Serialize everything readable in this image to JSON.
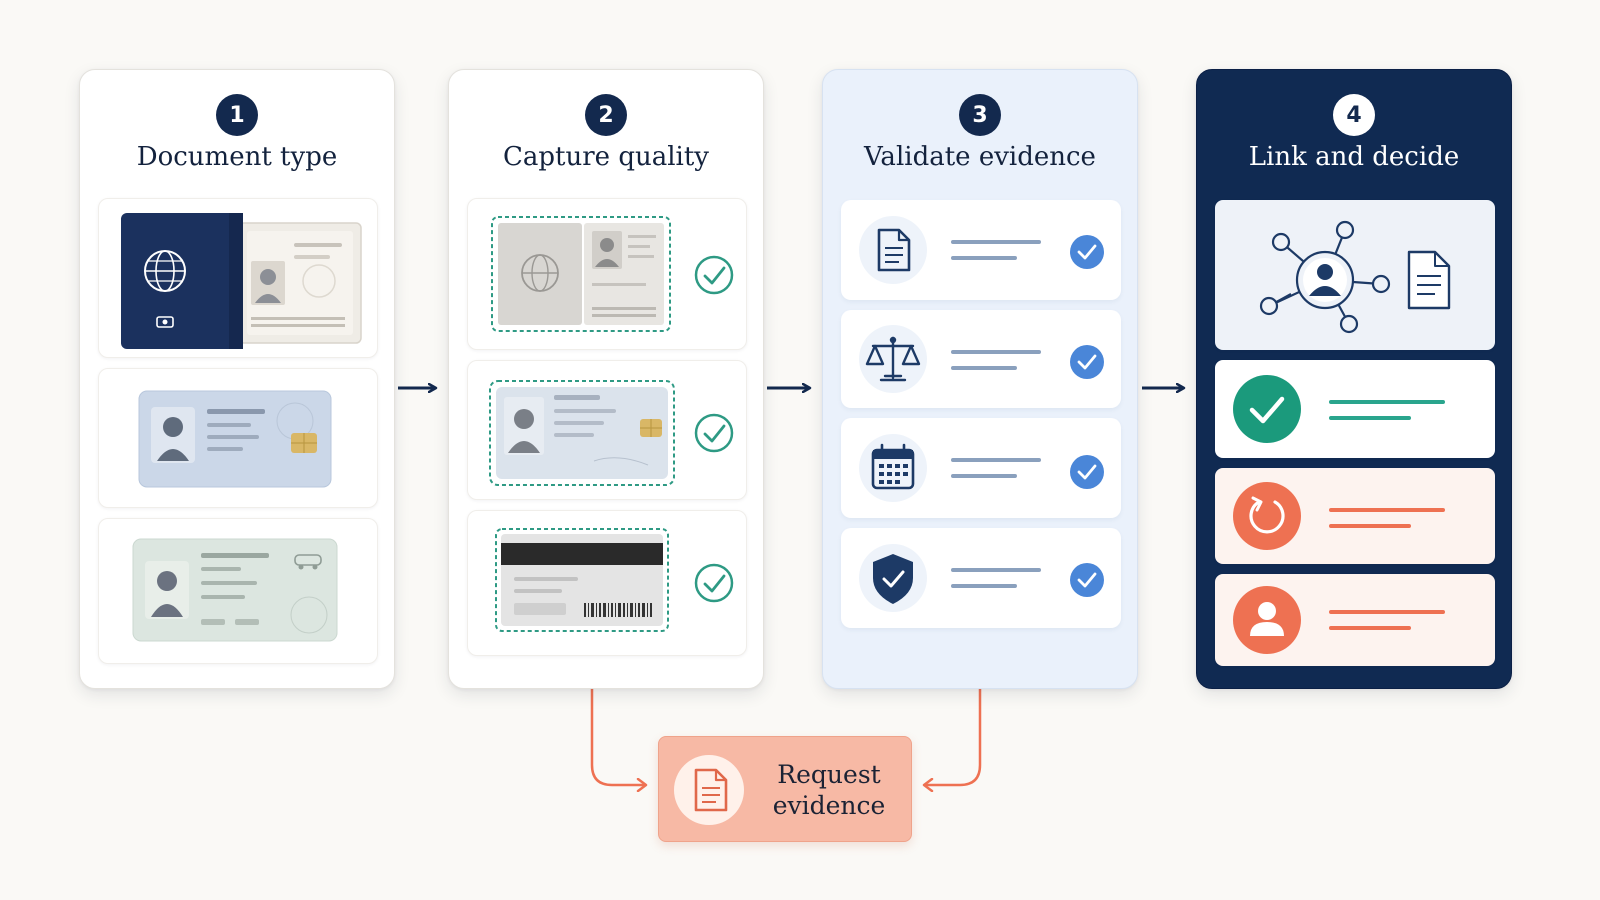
{
  "steps": [
    {
      "number": "1",
      "title": "Document type"
    },
    {
      "number": "2",
      "title": "Capture quality"
    },
    {
      "number": "3",
      "title": "Validate evidence"
    },
    {
      "number": "4",
      "title": "Link and decide"
    }
  ],
  "step1_documents": [
    "passport-icon",
    "id-card-icon",
    "driver-license-icon"
  ],
  "step2_captures": [
    "passport-capture",
    "id-card-front-capture",
    "card-back-barcode-capture"
  ],
  "step3_checks": [
    "document-icon",
    "scales-icon",
    "calendar-icon",
    "shield-check-icon"
  ],
  "step4_outcomes": [
    "identity-link-icon",
    "approved-check-icon",
    "retry-icon",
    "manual-review-person-icon"
  ],
  "request": {
    "label_line1": "Request",
    "label_line2": "evidence",
    "icon": "document-icon"
  },
  "colors": {
    "navy": "#13294e",
    "check_blue": "#4a86d8",
    "capture_green": "#2e9a84",
    "approved_green": "#1b9a7c",
    "action_coral": "#ee7152",
    "request_fill": "#f7b9a5"
  }
}
